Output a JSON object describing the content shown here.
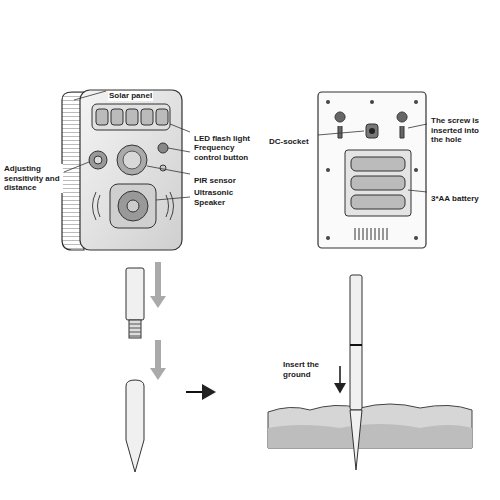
{
  "diagram": {
    "labels": [
      "Solar panel",
      "LED flash light",
      "Frequency control button",
      "PIR sensor",
      "Adjusting sensitivity and distance",
      "Ultrasonic Speaker",
      "DC-socket",
      "The screw is inserted into the hole",
      "3*AA battery",
      "Insert the ground"
    ]
  }
}
